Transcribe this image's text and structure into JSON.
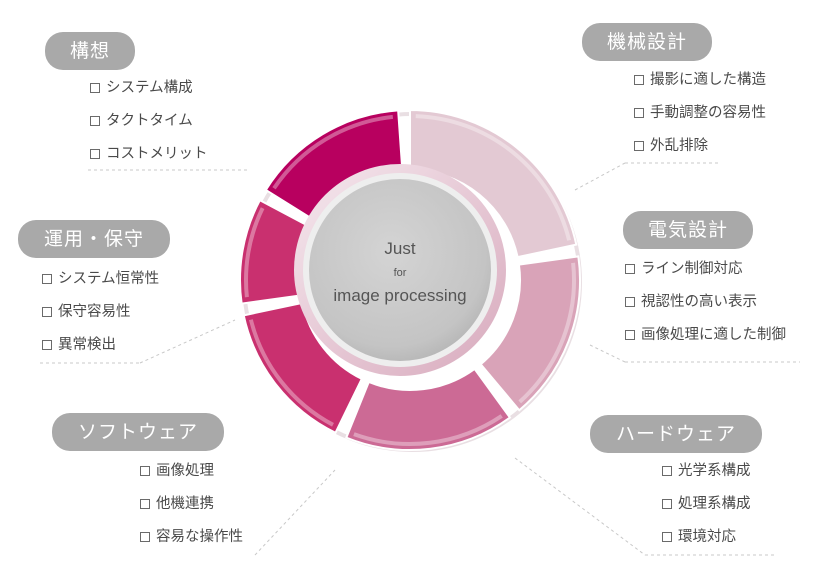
{
  "center": {
    "line1": "Just",
    "line2": "for",
    "line3": "image processing"
  },
  "colors": {
    "pill": "#a9a9a9",
    "magenta_dark": "#b8005f",
    "magenta": "#c9306f",
    "pink_mid": "#cc6a95",
    "pink_light": "#d9a3b8",
    "pink_pale": "#e3c9d3",
    "hub": "#c6c6c6"
  },
  "sections": {
    "kousou": {
      "title": "構想",
      "items": [
        "システム構成",
        "タクトタイム",
        "コストメリット"
      ]
    },
    "kikai": {
      "title": "機械設計",
      "items": [
        "撮影に適した構造",
        "手動調整の容易性",
        "外乱排除"
      ]
    },
    "unyou": {
      "title": "運用・保守",
      "items": [
        "システム恒常性",
        "保守容易性",
        "異常検出"
      ]
    },
    "denki": {
      "title": "電気設計",
      "items": [
        "ライン制御対応",
        "視認性の高い表示",
        "画像処理に適した制御"
      ]
    },
    "soft": {
      "title": "ソフトウェア",
      "items": [
        "画像処理",
        "他機連携",
        "容易な操作性"
      ]
    },
    "hard": {
      "title": "ハードウェア",
      "items": [
        "光学系構成",
        "処理系構成",
        "環境対応"
      ]
    }
  }
}
